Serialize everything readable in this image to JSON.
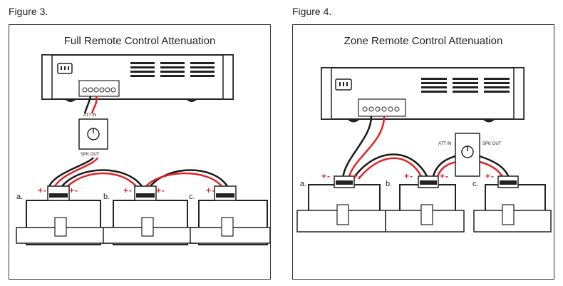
{
  "figures": [
    {
      "label": "Figure 3.",
      "title": "Full Remote Control Attenuation",
      "att_in": "ATT IN",
      "spk_out": "SPK OUT",
      "speakers": [
        "a.",
        "b.",
        "c."
      ]
    },
    {
      "label": "Figure 4.",
      "title": "Zone Remote Control Attenuation",
      "att_in": "ATT IN",
      "spk_out": "SPK OUT",
      "speakers": [
        "a.",
        "b.",
        "c."
      ]
    }
  ],
  "polarity": {
    "plus": "+",
    "minus": "-"
  },
  "colors": {
    "positive_wire": "#e02424",
    "negative_wire": "#1a1a1a",
    "equipment": "#222222"
  }
}
